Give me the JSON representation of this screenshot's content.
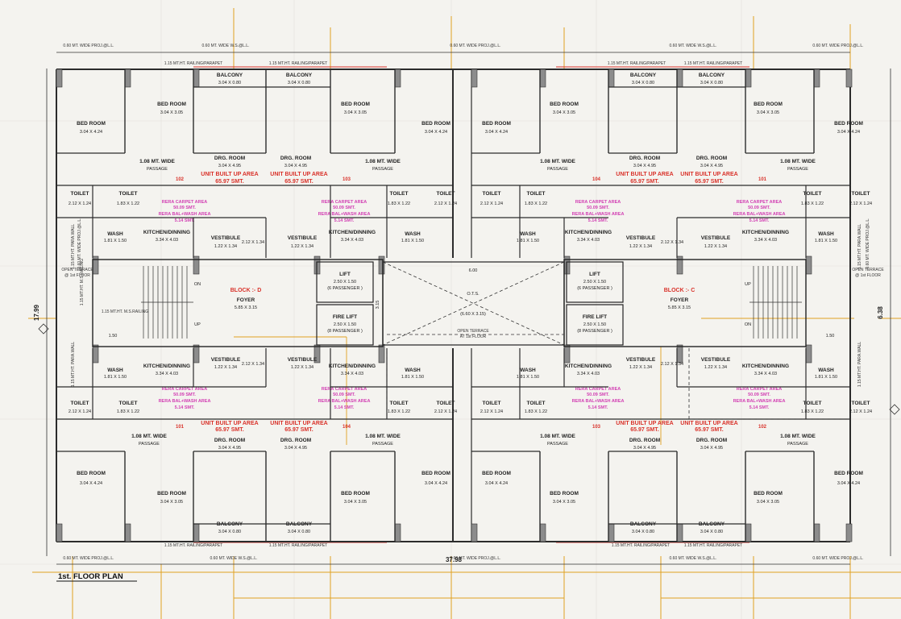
{
  "title": "1st. FLOOR PLAN",
  "dimensions": {
    "overall_width": "37.98",
    "overall_depth": "17.99",
    "stair_depth": "6.38",
    "lobby_dim": "6.00",
    "foyer_w": "3.15",
    "stair_w": "1.50",
    "stair_w_right": "1.50"
  },
  "blocks": [
    {
      "name": "BLOCK :- D",
      "foyer": "FOYER",
      "foyer_size": "5.85 X 3.15",
      "on": "ON",
      "up": "UP"
    },
    {
      "name": "BLOCK :- C",
      "foyer": "FOYER",
      "foyer_size": "5.85 X 3.15",
      "on": "ON",
      "up": "UP"
    }
  ],
  "lifts": [
    {
      "name": "LIFT",
      "size": "2.50 X 1.50",
      "cap": "(6 PASSENGER )"
    },
    {
      "name": "FIRE LIFT",
      "size": "2.50 X 1.50",
      "cap": "(8 PASSENGER )"
    }
  ],
  "ots": {
    "label": "O.T.S.",
    "size": "(6.60 X 3.15)",
    "terrace": "OPEN TERRACE",
    "terrace_sub": "AT 1st FLOOR"
  },
  "edge_labels": {
    "proj_060": "0.60 MT. WIDE PROJ.@L.L.",
    "ws_060": "0.60 MT. WIDE W.S.@L.L.",
    "railing": "1.15 MT.HT. RAILING/PARAPET",
    "para_wall": "1.15 MT.HT. PARA.WALL",
    "ms_railing": "1.15 MT.HT. M.S.RAILING",
    "open_terrace": "OPEN TERRACE",
    "at_1st": "@ 1st FLOOR",
    "wide_proj": "0.60 MT. WIDE PROJ.@L.L."
  },
  "rooms": {
    "bed": "BED ROOM",
    "bed_s1": "3.04 X 3.05",
    "bed_s2": "3.04 X 4.24",
    "bal": "BALCONY",
    "bal_s": "3.04 X 0.80",
    "drg": "DRG. ROOM",
    "drg_s": "3.04 X 4.95",
    "pass": "1.08 MT. WIDE",
    "pass2": "PASSAGE",
    "toilet": "TOILET",
    "toilet_s1": "1.83 X 1.22",
    "toilet_s2": "2.12 X 1.24",
    "wash": "WASH",
    "wash_s": "1.81 X 1.50",
    "kit": "KITCHEN/DINNING",
    "kit_s": "3.34 X 4.03",
    "vest": "VESTIBULE",
    "vest_s": "1.22 X 1.34",
    "vest_gap": "2.12 X 1.34",
    "ubua": "UNIT BUILT UP AREA",
    "ubua_v": "65.97 SMT.",
    "rca": "RERA CARPET AREA",
    "rca_v": "50.09 SMT.",
    "rbw": "RERA BAL+WASH AREA",
    "rbw_v": "5.14 SMT."
  },
  "units_top": [
    "102",
    "103",
    "104",
    "101"
  ],
  "units_bottom": [
    "101",
    "104",
    "103",
    "102"
  ]
}
